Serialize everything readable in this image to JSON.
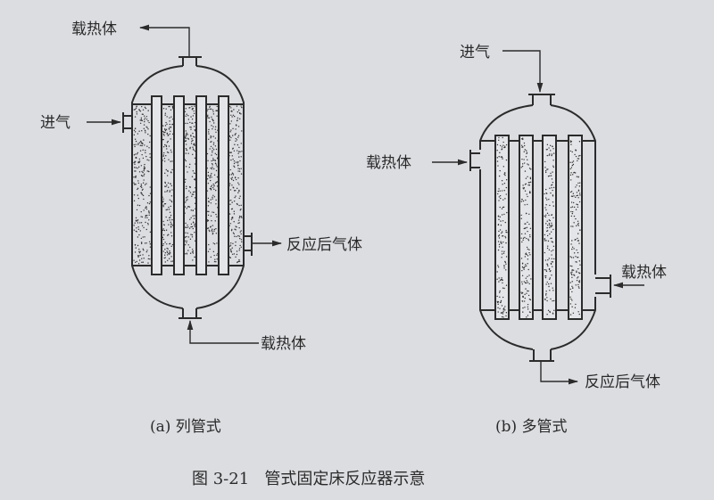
{
  "figure": {
    "caption": "图 3-21   管式固定床反应器示意",
    "left": {
      "subcaption": "(a) 列管式",
      "labels": {
        "top_outlet": "载热体",
        "gas_inlet": "进气",
        "gas_outlet": "反应后气体",
        "bottom_inlet": "载热体"
      }
    },
    "right": {
      "subcaption": "(b) 多管式",
      "labels": {
        "gas_inlet": "进气",
        "coolant_inlet_left": "载热体",
        "coolant_inlet_right": "载热体",
        "gas_outlet": "反应后气体"
      }
    }
  },
  "colors": {
    "background": "#dcdde1",
    "line": "#2b2b2b"
  }
}
